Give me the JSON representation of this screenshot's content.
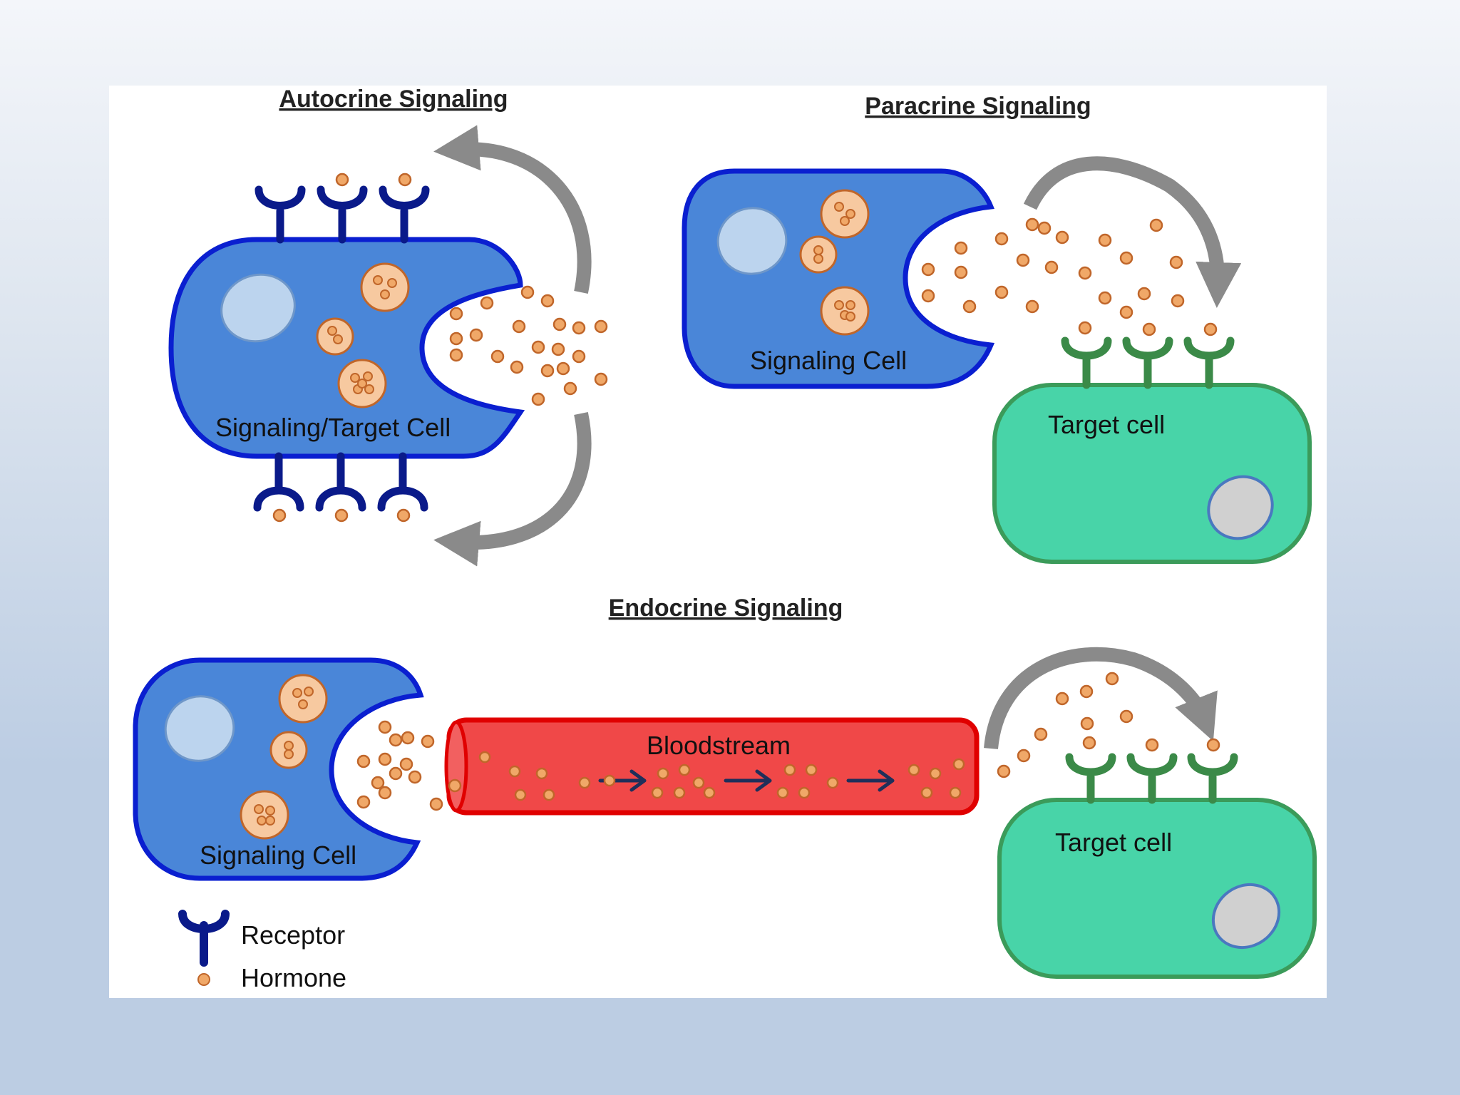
{
  "titles": {
    "autocrine": "Autocrine Signaling",
    "paracrine": "Paracrine Signaling",
    "endocrine": "Endocrine Signaling"
  },
  "labels": {
    "autocrine_cell": "Signaling/Target  Cell",
    "paracrine_signaling_cell": "Signaling Cell",
    "paracrine_target_cell": "Target cell",
    "endocrine_signaling_cell": "Signaling Cell",
    "bloodstream": "Bloodstream",
    "endocrine_target_cell": "Target cell"
  },
  "legend": {
    "receptor": "Receptor",
    "hormone": "Hormone"
  },
  "colors": {
    "signaling_cell_fill": "#4a86d8",
    "signaling_cell_stroke": "#0a1fd0",
    "target_cell_fill": "#48d4a8",
    "target_cell_stroke": "#3b9b5a",
    "receptor_blue": "#0a1a8a",
    "receptor_green": "#3b8a48",
    "hormone_fill": "#f0a868",
    "hormone_stroke": "#c0662a",
    "vesicle_fill": "#f7c9a0",
    "blood_fill": "#f04848",
    "blood_stroke": "#e00000",
    "arrow_gray": "#8a8a8a",
    "flow_arrow": "#1f2f5a"
  }
}
